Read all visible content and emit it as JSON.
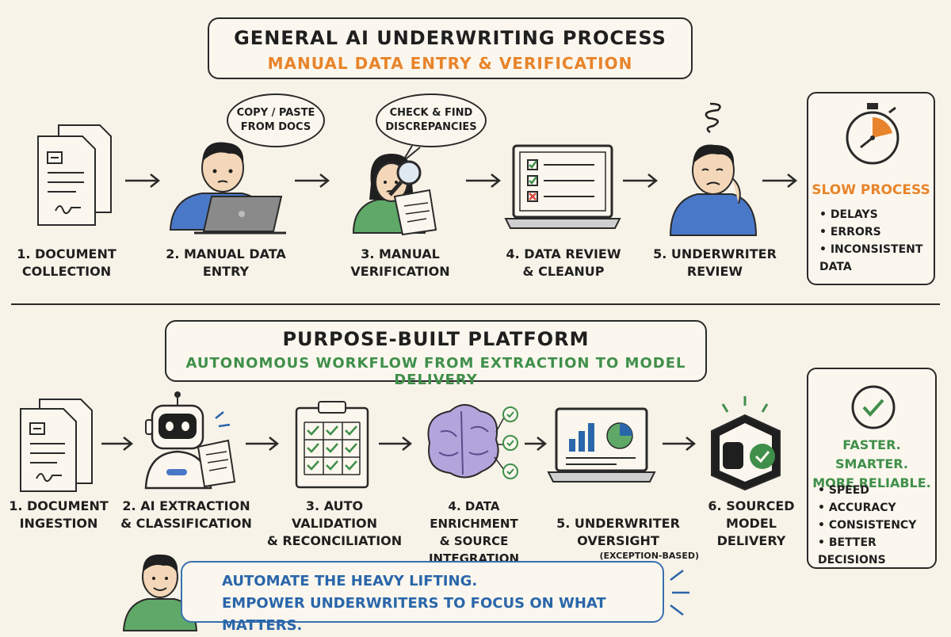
{
  "top": {
    "title": "General AI Underwriting Process",
    "subtitle": "Manual Data Entry & Verification",
    "steps": [
      {
        "label": "1. Document\nCollection"
      },
      {
        "label": "2. Manual Data\nEntry"
      },
      {
        "label": "3. Manual\nVerification"
      },
      {
        "label": "4. Data Review\n& Cleanup"
      },
      {
        "label": "5. Underwriter\nReview"
      }
    ],
    "bubbles": [
      "Copy / Paste\nfrom Docs",
      "Check & Find\nDiscrepancies"
    ],
    "summary": {
      "title": "Slow Process",
      "items": [
        "Delays",
        "Errors",
        "Inconsistent\nData"
      ]
    }
  },
  "bottom": {
    "title": "Purpose-Built Platform",
    "subtitle": "Autonomous Workflow from Extraction to Model Delivery",
    "steps": [
      {
        "label": "1. Document\nIngestion"
      },
      {
        "label": "2. AI Extraction\n& Classification"
      },
      {
        "label": "3. Auto Validation\n& Reconciliation"
      },
      {
        "label": "4. Data Enrichment\n& Source Integration"
      },
      {
        "label": "5. Underwriter\nOversight",
        "note": "(Exception-Based)"
      },
      {
        "label": "6. Sourced\nModel Delivery"
      }
    ],
    "summary": {
      "title": "Faster. Smarter.\nMore Reliable.",
      "items": [
        "Speed",
        "Accuracy",
        "Consistency",
        "Better Decisions"
      ]
    },
    "banner": [
      "Automate the heavy lifting.",
      "Empower underwriters to focus on what matters."
    ]
  },
  "colors": {
    "orange": "#e8842b",
    "green": "#3f8f4a",
    "blue": "#2a66aa",
    "shirt_blue": "#4a78c8",
    "shirt_green": "#5fa868",
    "purple": "#a99ad8",
    "ink": "#2a2a2a"
  }
}
